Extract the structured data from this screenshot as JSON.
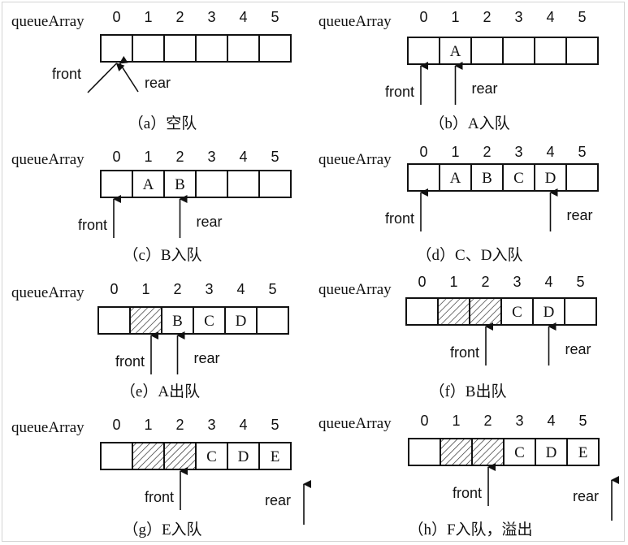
{
  "array_name": "queueArray",
  "index_labels": [
    "0",
    "1",
    "2",
    "3",
    "4",
    "5"
  ],
  "pointer_labels": {
    "front": "front",
    "rear": "rear"
  },
  "panels": [
    {
      "caption": "（a）空队",
      "cells": [
        "",
        "",
        "",
        "",
        "",
        ""
      ],
      "deleted": [
        false,
        false,
        false,
        false,
        false,
        false
      ],
      "front_index": 0,
      "rear_index": 0
    },
    {
      "caption": "（b）A入队",
      "cells": [
        "",
        "A",
        "",
        "",
        "",
        ""
      ],
      "deleted": [
        false,
        false,
        false,
        false,
        false,
        false
      ],
      "front_index": 0,
      "rear_index": 1
    },
    {
      "caption": "（c）B入队",
      "cells": [
        "",
        "A",
        "B",
        "",
        "",
        ""
      ],
      "deleted": [
        false,
        false,
        false,
        false,
        false,
        false
      ],
      "front_index": 0,
      "rear_index": 2
    },
    {
      "caption": "（d）C、D入队",
      "cells": [
        "",
        "A",
        "B",
        "C",
        "D",
        ""
      ],
      "deleted": [
        false,
        false,
        false,
        false,
        false,
        false
      ],
      "front_index": 0,
      "rear_index": 4
    },
    {
      "caption": "（e）A出队",
      "cells": [
        "",
        "",
        "B",
        "C",
        "D",
        ""
      ],
      "deleted": [
        false,
        true,
        false,
        false,
        false,
        false
      ],
      "front_index": 1,
      "rear_index": 2
    },
    {
      "caption": "（f）B出队",
      "cells": [
        "",
        "",
        "",
        "C",
        "D",
        ""
      ],
      "deleted": [
        false,
        true,
        true,
        false,
        false,
        false
      ],
      "front_index": 2,
      "rear_index": 4
    },
    {
      "caption": "（g）E入队",
      "cells": [
        "",
        "",
        "",
        "C",
        "D",
        "E"
      ],
      "deleted": [
        false,
        true,
        true,
        false,
        false,
        false
      ],
      "front_index": 2,
      "rear_index": 6
    },
    {
      "caption": "（h）F入队，溢出",
      "cells": [
        "",
        "",
        "",
        "C",
        "D",
        "E"
      ],
      "deleted": [
        false,
        true,
        true,
        false,
        false,
        false
      ],
      "front_index": 2,
      "rear_index": 6
    }
  ]
}
